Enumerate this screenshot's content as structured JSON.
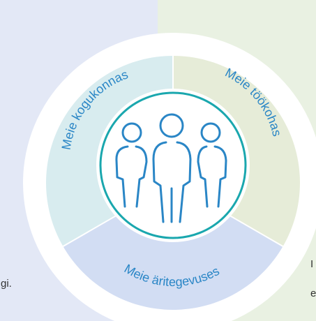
{
  "segments": {
    "community": {
      "label": "Meie kogukonnas",
      "color": "#d8ecef"
    },
    "workplace": {
      "label": "Meie töökohas",
      "color": "#e6ecd8"
    },
    "business": {
      "label": "Meie äritegevuses",
      "color": "#d2ddf3"
    }
  },
  "colors": {
    "panel_left": "#e3e8f6",
    "panel_right": "#e9f1e2",
    "ring": "#ffffff",
    "center_border": "#1aa7ae",
    "people_icon": "#2a86c6",
    "label_text": "#2a86c6"
  },
  "edge_text": {
    "left_fragment": "gi.",
    "right_fragment_1": "I",
    "right_fragment_2": "e"
  },
  "center": {
    "icon": "people-group-icon"
  }
}
